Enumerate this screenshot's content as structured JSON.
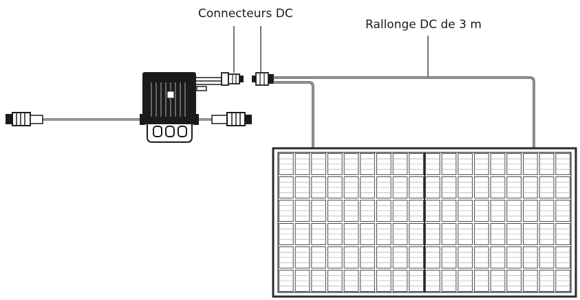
{
  "labels": {
    "connectors": "Connecteurs DC",
    "extension": "Rallonge DC de 3 m"
  },
  "components": {
    "microinverter": "microinverter",
    "solar_panel": "solar-panel",
    "ac_plugs": "ac-plug"
  },
  "colors": {
    "line": "#2a2a2a",
    "device_body": "#1b1b1b",
    "panel_cell": "#4a4a4a",
    "background": "#ffffff"
  }
}
